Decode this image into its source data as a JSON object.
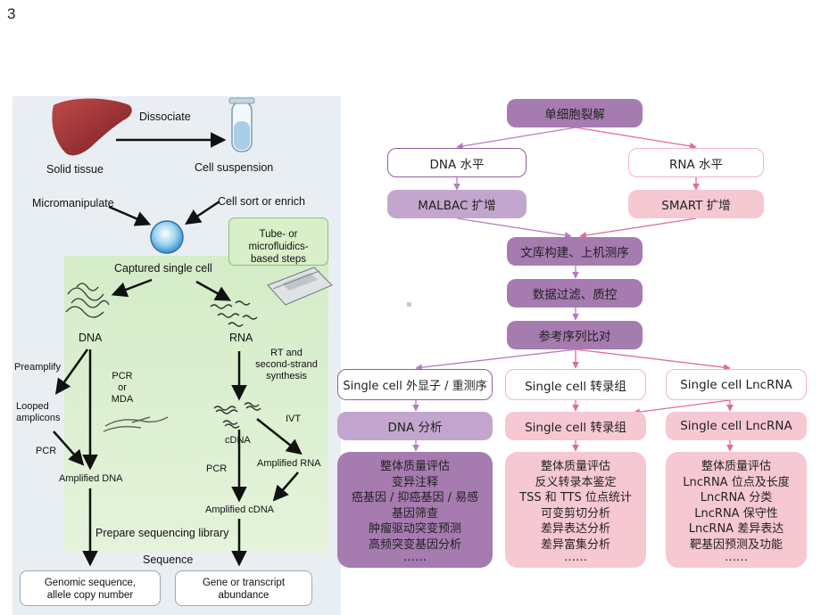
{
  "slide_number": "3",
  "left_figure": {
    "dissociate": "Dissociate",
    "solid_tissue": "Solid tissue",
    "cell_suspension": "Cell suspension",
    "micromanipulate": "Micromanipulate",
    "cell_sort": "Cell sort or enrich",
    "callout": [
      "Tube- or microfluidics-",
      "based steps"
    ],
    "captured": "Captured single cell",
    "dna": "DNA",
    "rna": "RNA",
    "preamplify": "Preamplify",
    "pcr_or_mda": [
      "PCR",
      "or",
      "MDA"
    ],
    "rt": [
      "RT and",
      "second-strand",
      "synthesis"
    ],
    "looped": [
      "Looped",
      "amplicons"
    ],
    "pcr_left": "PCR",
    "cdna": "cDNA",
    "ivt": "IVT",
    "pcr_right": "PCR",
    "amplified_dna": "Amplified DNA",
    "amplified_rna": "Amplified RNA",
    "amplified_cdna": "Amplified cDNA",
    "prepare": "Prepare sequencing library",
    "sequence": "Sequence",
    "out_left": [
      "Genomic sequence,",
      "allele copy number"
    ],
    "out_right": [
      "Gene or transcript",
      "abundance"
    ]
  },
  "flow": {
    "top": "单细胞裂解",
    "dna_level": "DNA 水平",
    "rna_level": "RNA 水平",
    "malbac": "MALBAC 扩增",
    "smart": "SMART 扩增",
    "library": "文库构建、上机测序",
    "qc": "数据过滤、质控",
    "align": "参考序列比对",
    "col1_head": "Single cell 外显子 / 重测序",
    "col2_head": "Single cell 转录组",
    "col3_head": "Single cell LncRNA",
    "col1_sub": "DNA 分析",
    "col2_sub": "Single cell 转录组",
    "col3_sub": "Single cell LncRNA",
    "col1_items": [
      "整体质量评估",
      "变异注释",
      "癌基因 / 抑癌基因 / 易感",
      "基因筛查",
      "肿瘤驱动突变预测",
      "高频突变基因分析",
      "……"
    ],
    "col2_items": [
      "整体质量评估",
      "反义转录本鉴定",
      "TSS 和 TTS 位点统计",
      "可变剪切分析",
      "差异表达分析",
      "差异富集分析",
      "……"
    ],
    "col3_items": [
      "整体质量评估",
      "LncRNA 位点及长度",
      "LncRNA 分类",
      "LncRNA 保守性",
      "LncRNA 差异表达",
      "靶基因预测及功能",
      "……"
    ]
  },
  "colors": {
    "dark_purple": "#a67bb0",
    "light_purple": "#c3a6ce",
    "pink": "#f6c8d2",
    "arrow_purple": "#b47cc7",
    "arrow_pink": "#e36a95"
  }
}
